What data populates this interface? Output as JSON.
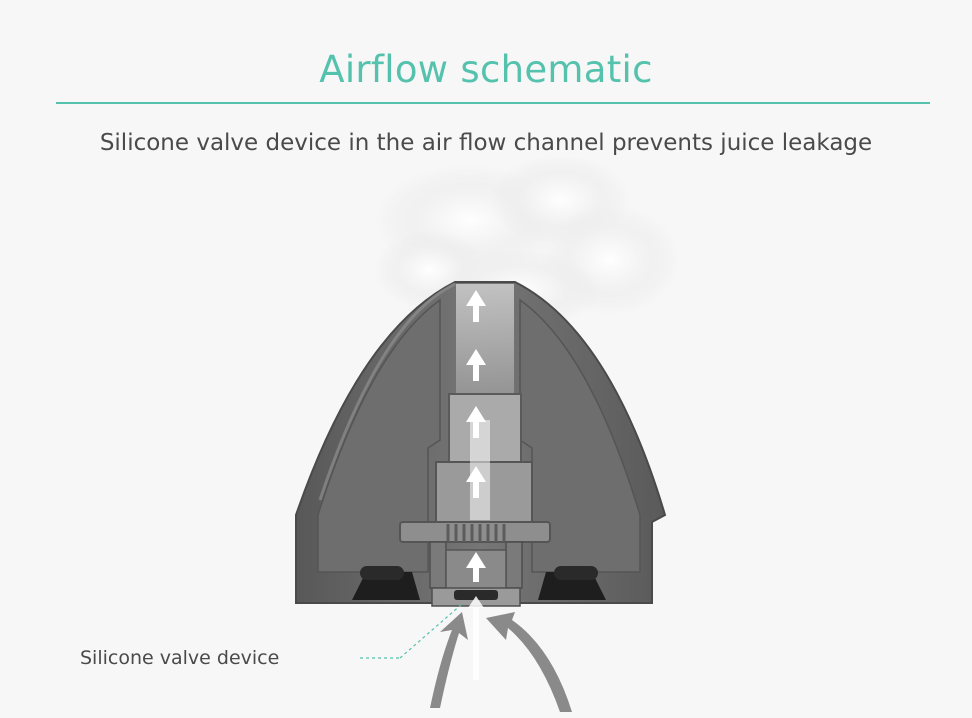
{
  "header": {
    "title": "Airflow schematic",
    "subtitle": "Silicone valve device in the air flow channel prevents juice leakage"
  },
  "diagram": {
    "callout_label": "Silicone valve device",
    "colors": {
      "accent": "#55c2ad",
      "shell": "#6b6b6b",
      "shell_dark": "#4e4e4e",
      "gasket": "#1e1e1e",
      "arrow": "#ffffff",
      "intake_arrow": "#8a8a8a"
    },
    "icons": [
      "airflow-arrow-icon",
      "intake-arrow-icon",
      "vapor-cloud",
      "coil"
    ]
  }
}
